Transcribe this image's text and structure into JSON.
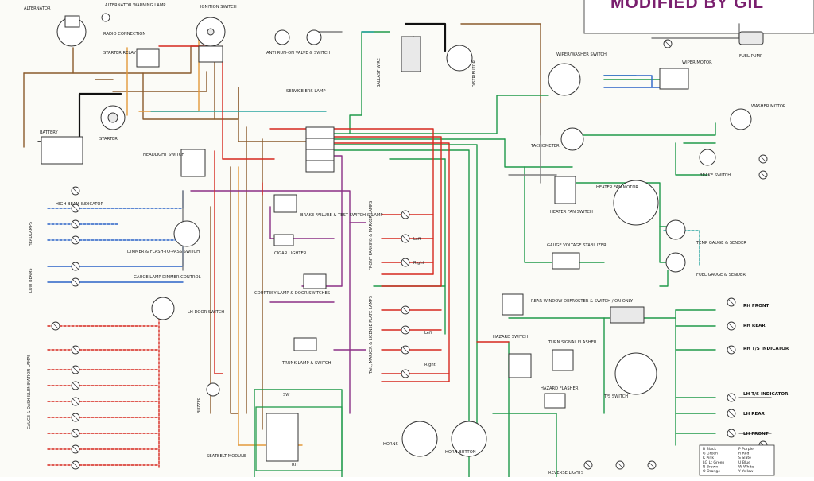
{
  "title": "MODIFIED BY GIL",
  "labels": {
    "alternator": "ALTERNATOR",
    "alternator_warning_lamp": "ALTERNATOR WARNING LAMP",
    "ignition_switch": "IGNITION SWITCH",
    "radio_connection": "RADIO CONNECTION",
    "starter_relay": "STARTER RELAY",
    "anti_run_on_valve": "ANTI RUN-ON VALVE & SWITCH",
    "ballast_wire": "BALLAST WIRE",
    "distributor": "DISTRIBUTOR",
    "fuel_pump": "FUEL PUMP",
    "wiper_washer_switch": "WIPER/WASHER SWITCH",
    "wiper_motor": "WIPER MOTOR",
    "washer_motor": "WASHER MOTOR",
    "service_ers_lamp": "SERVICE ERS LAMP",
    "battery": "BATTERY",
    "starter": "STARTER",
    "headlight_switch": "HEADLIGHT SWITCH",
    "tachometer": "TACHOMETER",
    "brake_switch": "BRAKE SWITCH",
    "heater_fan_motor": "HEATER FAN MOTOR",
    "heater_fan_switch": "HEATER FAN SWITCH",
    "high_beam_indicator": "HIGH-BEAM INDICATOR",
    "headlamps": "HEADLAMPS",
    "low_beams": "LOW BEAMS",
    "dimmer_switch": "DIMMER & FLASH-TO-PASS SWITCH",
    "brake_failure_lamp": "BRAKE FAILURE & TEST SWITCH & LAMP",
    "cigar_lighter": "CIGAR LIGHTER",
    "front_parking_lamps": "FRONT PARKING & MARKER LAMPS",
    "temp_gauge": "TEMP GAUGE & SENDER",
    "fuel_gauge": "FUEL GAUGE & SENDER",
    "gauge_voltage_stabilizer": "GAUGE VOLTAGE STABILIZER",
    "gauge_lamp_dimmer": "GAUGE LAMP DIMMER CONTROL",
    "courtesy_lamp": "COURTESY LAMP & DOOR SWITCHES",
    "lh_door_switch": "LH DOOR SWITCH",
    "trunk_lamp": "TRUNK LAMP & SWITCH",
    "tail_lamps": "TAIL, MARKER & LICENSE PLATE LAMPS",
    "rear_window_defroster": "REAR WINDOW DEFROSTER & SWITCH / ON ONLY",
    "turn_signal_flasher": "TURN SIGNAL FLASHER",
    "hazard_flasher": "HAZARD FLASHER",
    "rh_front": "RH FRONT",
    "rh_rear": "RH REAR",
    "rh_ts_indicator": "RH T/S INDICATOR",
    "lh_ts_indicator": "LH T/S INDICATOR",
    "lh_rear": "LH REAR",
    "lh_front": "LH FRONT",
    "ts_switch": "T/S SWITCH",
    "gauge_dash_lamps": "GAUGE & DASH ILLUMINATION LAMPS",
    "seatbelt_module": "SEATBELT MODULE",
    "buzzer": "BUZZER",
    "horns": "HORNS",
    "horn_button": "HORN BUTTON",
    "reverse_lights": "REVERSE LIGHTS",
    "hazard_switch": "HAZARD SWITCH",
    "left": "Left",
    "right": "Right",
    "sw": "SW",
    "rh": "RH"
  },
  "legend": [
    "B  Black",
    "G  Green",
    "K  Pink",
    "LG Lt Green",
    "N  Brown",
    "O  Orange",
    "P  Purple",
    "R  Red",
    "S  Slate",
    "U  Blue",
    "W  White",
    "Y  Yellow"
  ],
  "wire_colors": {
    "red": "#d6281f",
    "brown": "#8a5a2b",
    "green": "#1f9a4a",
    "blue": "#2a63c7",
    "purple": "#8b2f86",
    "black": "#111111",
    "orange": "#e39a3b",
    "gray": "#7d7d7d",
    "teal": "#2aa5a0"
  }
}
